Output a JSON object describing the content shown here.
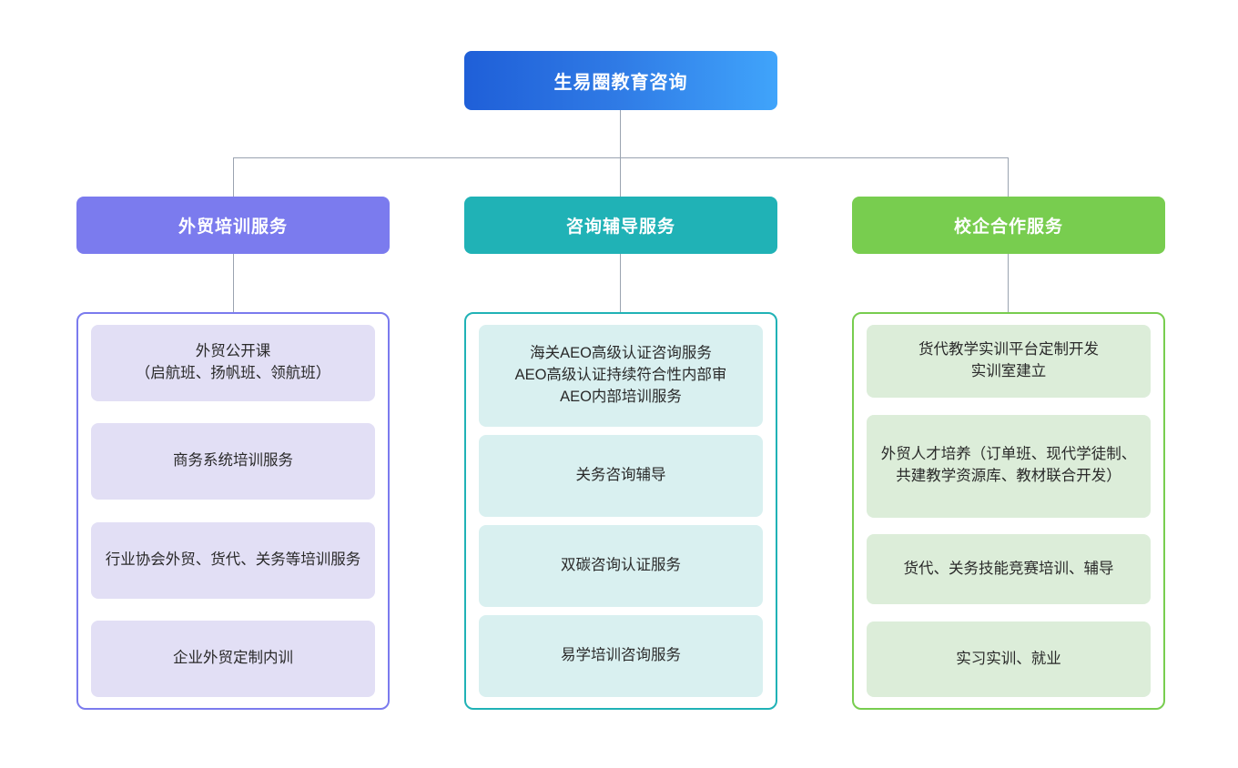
{
  "colors": {
    "root_gradient_from": "#1f5fd8",
    "root_gradient_to": "#40a4fb",
    "branch_purple": "#7b7bee",
    "branch_teal": "#20b2b6",
    "branch_green": "#78cd4f",
    "card_purple": "#e2dff5",
    "card_teal": "#d9f0f0",
    "card_green": "#dcedd9",
    "connector": "#9aa3b0",
    "background": "#ffffff",
    "text_dark": "#2a2a2a",
    "text_light": "#ffffff"
  },
  "chart_data": {
    "type": "diagram",
    "diagram_type": "organization-tree",
    "root": {
      "label": "生易圈教育咨询"
    },
    "branches": [
      {
        "label": "外贸培训服务",
        "color": "#7b7bee",
        "items": [
          "外贸公开课\n（启航班、扬帆班、领航班）",
          "商务系统培训服务",
          "行业协会外贸、货代、关务等培训服务",
          "企业外贸定制内训"
        ]
      },
      {
        "label": "咨询辅导服务",
        "color": "#20b2b6",
        "items": [
          "海关AEO高级认证咨询服务\nAEO高级认证持续符合性内部审\nAEO内部培训服务",
          "关务咨询辅导",
          "双碳咨询认证服务",
          "易学培训咨询服务"
        ]
      },
      {
        "label": "校企合作服务",
        "color": "#78cd4f",
        "items": [
          "货代教学实训平台定制开发\n实训室建立",
          "外贸人才培养（订单班、现代学徒制、共建教学资源库、教材联合开发）",
          "货代、关务技能竞赛培训、辅导",
          "实习实训、就业"
        ]
      }
    ]
  }
}
